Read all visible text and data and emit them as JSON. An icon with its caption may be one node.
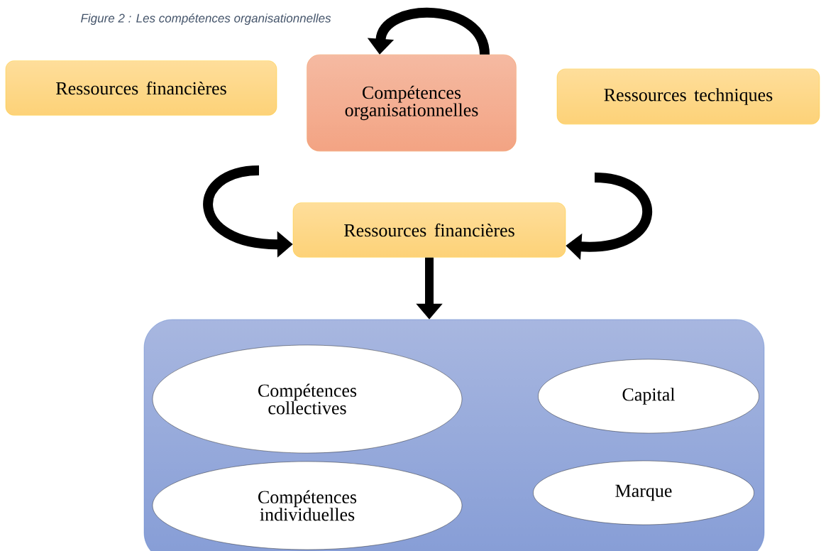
{
  "diagram": {
    "caption": "Figure 2 : Les compétences organisationnelles",
    "nodes": [
      {
        "text": [
          "Ressources financières"
        ]
      },
      {
        "text": [
          "Compétences organisationnelles"
        ]
      },
      {
        "text": [
          "Ressources techniques"
        ]
      },
      {
        "text": [
          "Ressources financières"
        ]
      },
      {
        "text": [],
        "shape": "box"
      },
      {
        "text": [
          "Compétences collectives"
        ],
        "in": 4
      },
      {
        "text": [
          "Capital"
        ],
        "in": 4
      },
      {
        "text": [
          "Compétences individuelles"
        ],
        "in": 4
      },
      {
        "text": [
          "Marque"
        ],
        "in": 4
      }
    ],
    "edges": [
      {
        "from": 1,
        "to": 1,
        "arrow": "to"
      },
      {
        "from": null,
        "to": 3,
        "arrow": "to"
      },
      {
        "from": null,
        "to": 3,
        "arrow": "to"
      },
      {
        "from": 3,
        "to": 4,
        "arrow": "to"
      }
    ]
  }
}
